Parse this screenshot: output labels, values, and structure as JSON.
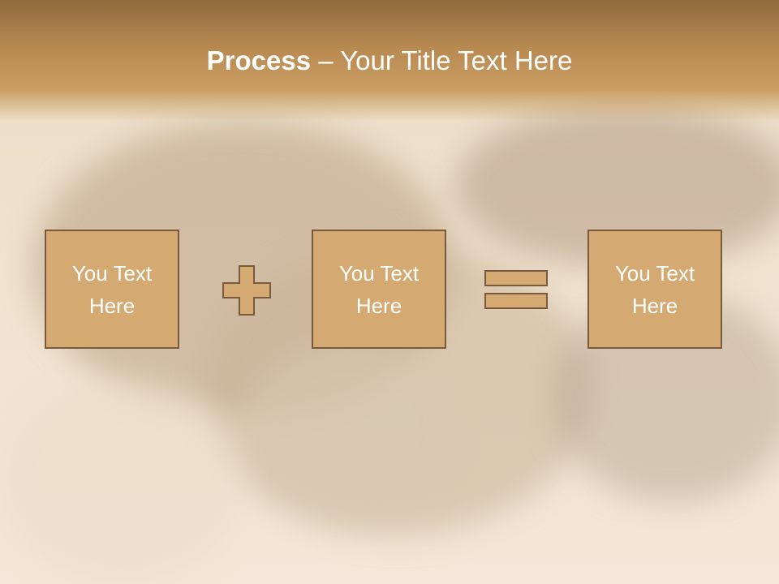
{
  "slide": {
    "title_bold": "Process",
    "title_rest": " – Your Title Text Here"
  },
  "boxes": [
    {
      "text": "You Text\nHere"
    },
    {
      "text": "You Text\nHere"
    },
    {
      "text": "You Text\nHere"
    }
  ],
  "operators": [
    "plus-icon",
    "equals-icon"
  ],
  "colors": {
    "banner": "#b88a52",
    "box_fill": "#d4aa72",
    "box_border": "#7a5a3c",
    "text": "#ffffff"
  }
}
